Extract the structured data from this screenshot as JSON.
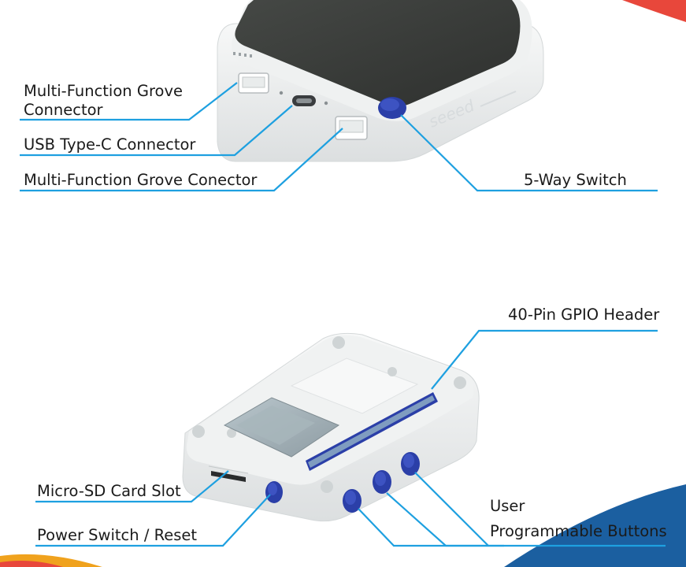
{
  "callouts": {
    "grove_left": "Multi-Function Grove Connector",
    "usb_c": "USB Type-C Connector",
    "grove_right": "Multi-Function Grove Conector",
    "five_way": "5-Way Switch",
    "gpio": "40-Pin GPIO Header",
    "microsd": "Micro-SD Card Slot",
    "power": "Power Switch / Reset",
    "user_buttons_line1": "User",
    "user_buttons_line2": "Programmable Buttons"
  },
  "device": {
    "logo_text": "seeed"
  },
  "colors": {
    "leader_line": "#1ea0e0",
    "button_blue": "#2b3fa8",
    "screen": "#3a3d3a",
    "case": "#f2f3f3",
    "corner_top_right": "#e8473b",
    "corner_bottom_right": "#1b5fa0",
    "corner_bottom_left": "#f0a21d"
  },
  "icons": [
    "grove-port-icon",
    "usb-c-port-icon",
    "five-way-switch-icon",
    "gpio-header-icon",
    "microsd-slot-icon",
    "power-switch-icon",
    "user-button-icon"
  ]
}
